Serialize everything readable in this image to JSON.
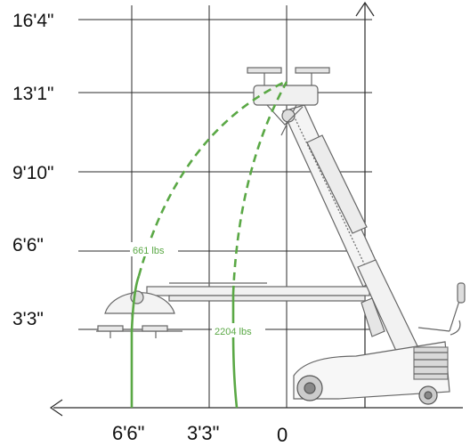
{
  "diagram": {
    "y_axis_labels": [
      "16'4\"",
      "13'1\"",
      "9'10\"",
      "6'6\"",
      "3'3\""
    ],
    "x_axis_labels": [
      "6'6\"",
      "3'3\"",
      "0"
    ],
    "load_labels": [
      "661 lbs",
      "2204 lbs"
    ],
    "colors": {
      "curve": "#5aa845",
      "grid": "#2b2b2b",
      "machine": "#666666",
      "text": "#111111"
    }
  }
}
